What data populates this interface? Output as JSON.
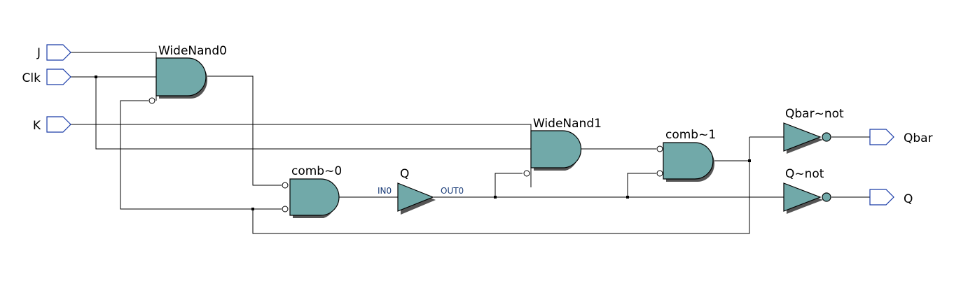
{
  "inputs": {
    "j": "J",
    "clk": "Clk",
    "k": "K"
  },
  "outputs": {
    "qbar": "Qbar",
    "q": "Q"
  },
  "gates": {
    "widenand0": "WideNand0",
    "widenand1": "WideNand1",
    "comb0": "comb~0",
    "comb1": "comb~1",
    "qbuf": "Q",
    "qbar_not": "Qbar~not",
    "q_not": "Q~not"
  },
  "pins": {
    "in0": "IN0",
    "out0": "OUT0"
  },
  "colors": {
    "gate_fill": "#71a9a9",
    "port_stroke": "#1a3ca8",
    "wire": "#000000"
  }
}
